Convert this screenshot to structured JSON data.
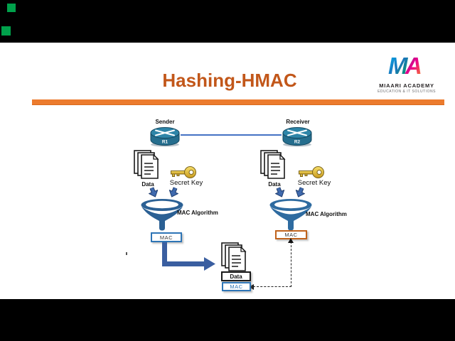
{
  "slide": {
    "title": "Hashing-HMAC"
  },
  "logo": {
    "m": "M",
    "a": "A",
    "name": "MIAARI ACADEMY",
    "tagline": "EDUCATION & IT SOLUTIONS"
  },
  "diagram": {
    "sender": {
      "role_label": "Sender",
      "router_label": "R1",
      "data_label": "Data",
      "key_label": "Secret Key",
      "algorithm_label": "MAC Algorithm",
      "mac_label": "MAC"
    },
    "receiver": {
      "role_label": "Receiver",
      "router_label": "R2",
      "data_label": "Data",
      "key_label": "Secret Key",
      "algorithm_label": "MAC Algorithm",
      "mac_label": "MAC"
    },
    "transmitted_message": {
      "data_label": "Data",
      "mac_label": "MAC"
    }
  },
  "icons": {
    "router": "router-icon",
    "documents": "document-stack-icon",
    "key": "key-icon",
    "funnel": "funnel-icon",
    "arrow": "down-arrow-icon"
  },
  "colors": {
    "title": "#C2571A",
    "rule": "#EC7B2D",
    "router_body": "#2E85A8",
    "funnel": "#2B6094",
    "link_line": "#4472C4",
    "flow_arrow": "#3A5EA0",
    "mac_box_sender_border": "#2E75B6",
    "mac_box_receiver_border": "#C0631C",
    "key_gold": "#E8C437",
    "artifact_green": "#00A14B"
  }
}
